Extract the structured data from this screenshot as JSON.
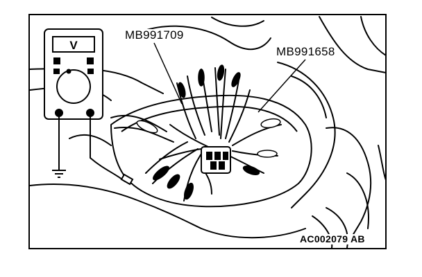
{
  "labels": {
    "harness_tool": "MB991709",
    "test_harness": "MB991658",
    "figure_code": "AC002079 AB"
  },
  "meter": {
    "display_symbol": "V"
  }
}
